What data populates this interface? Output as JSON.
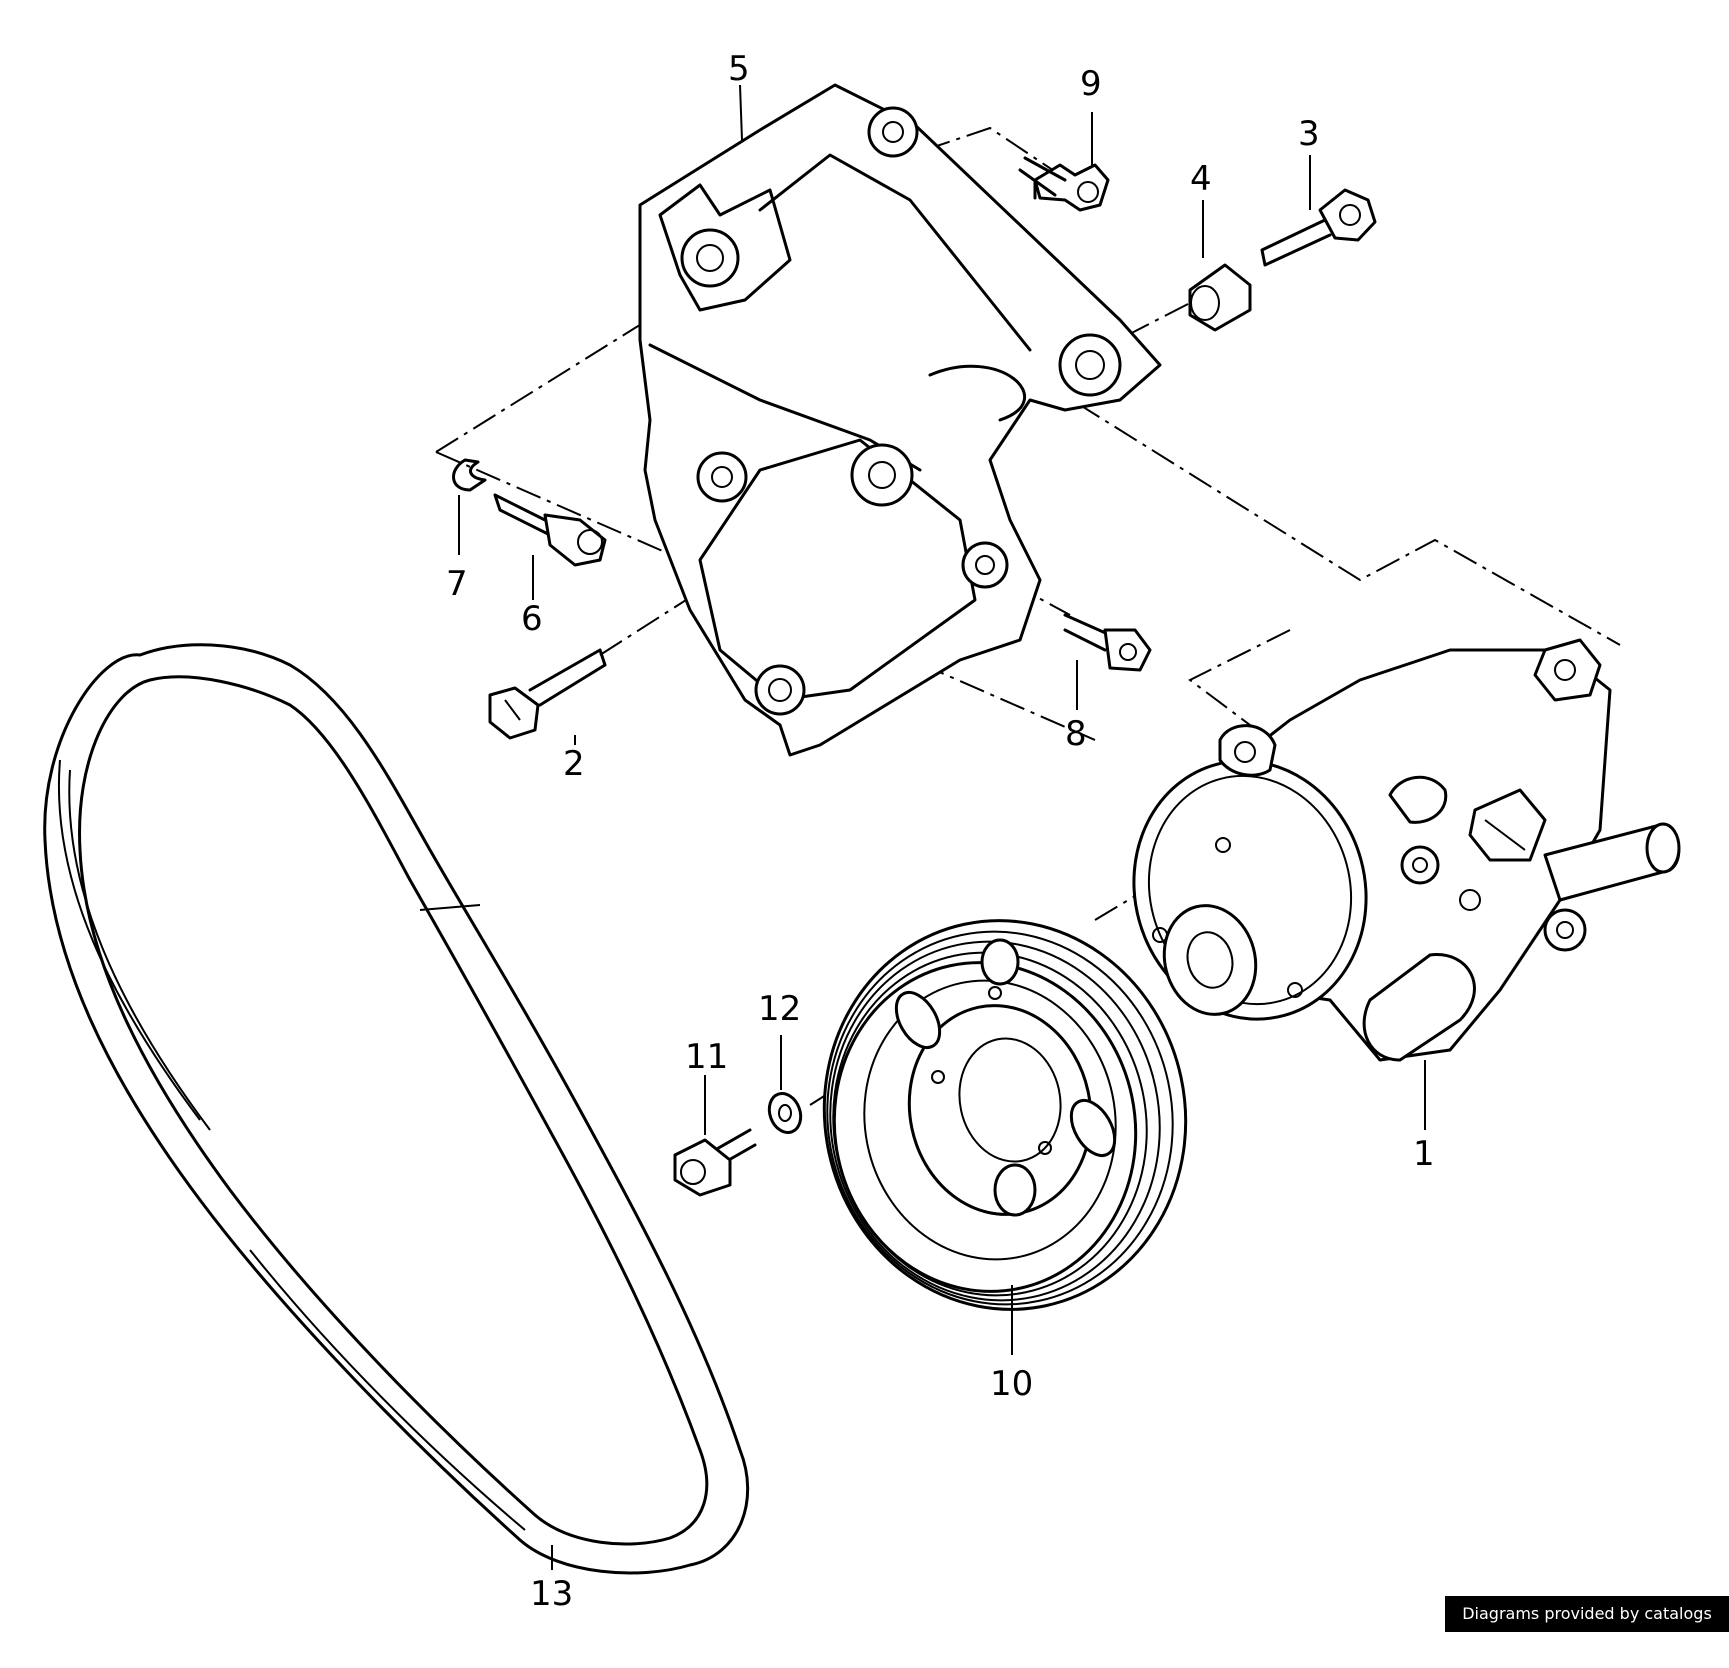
{
  "diagram": {
    "callouts": [
      {
        "id": "1",
        "label": "1",
        "part": "pump"
      },
      {
        "id": "2",
        "label": "2",
        "part": "bolt"
      },
      {
        "id": "3",
        "label": "3",
        "part": "bolt"
      },
      {
        "id": "4",
        "label": "4",
        "part": "sleeve"
      },
      {
        "id": "5",
        "label": "5",
        "part": "bracket"
      },
      {
        "id": "6",
        "label": "6",
        "part": "socket-bolt"
      },
      {
        "id": "7",
        "label": "7",
        "part": "clip"
      },
      {
        "id": "8",
        "label": "8",
        "part": "bolt"
      },
      {
        "id": "9",
        "label": "9",
        "part": "bolt"
      },
      {
        "id": "10",
        "label": "10",
        "part": "pulley"
      },
      {
        "id": "11",
        "label": "11",
        "part": "socket-bolt"
      },
      {
        "id": "12",
        "label": "12",
        "part": "washer"
      },
      {
        "id": "13",
        "label": "13",
        "part": "belt"
      }
    ]
  },
  "watermark": {
    "text": "Diagrams provided by catalogs parts"
  }
}
